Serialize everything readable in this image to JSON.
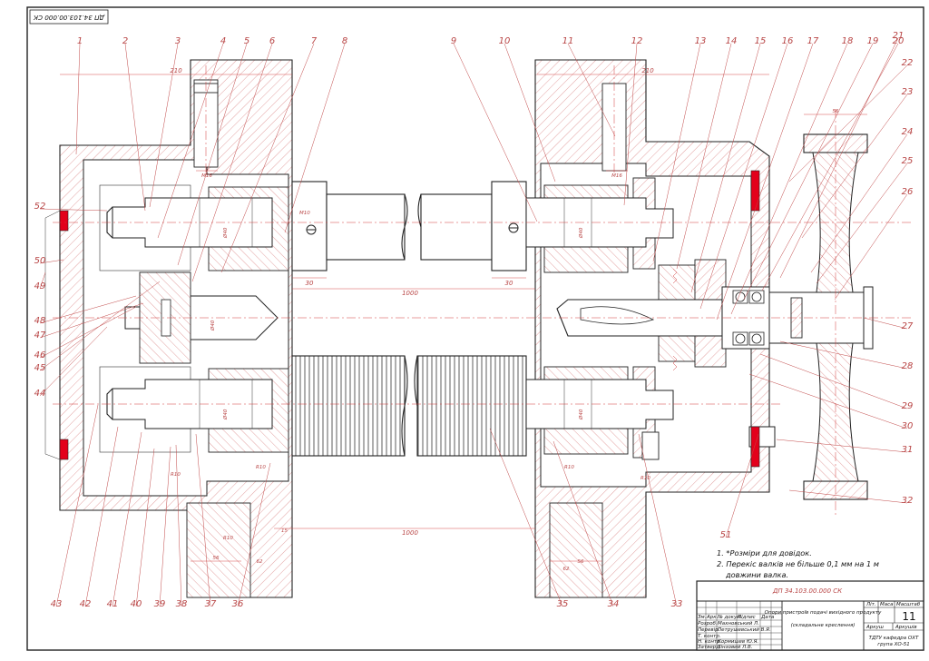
{
  "drawing": {
    "stamp_code": "ДП 34.103.00.000 СК",
    "document_code": "ДП 34.103.00.000 СК",
    "sheet_title": "Опори пристроїв подачі вихідного продукту",
    "sheet_subtitle": "(складальне креслення)",
    "sheet_number": "11",
    "org_line_1": "ТДТУ кафедра ОХТ",
    "org_line_2": "група ХО-51"
  },
  "notes": [
    "1. *Розміри для довідок.",
    "2. Перекіс валків не більше 0,1 мм на 1 м",
    "довжини валка."
  ],
  "callouts_top": [
    "1",
    "2",
    "3",
    "4",
    "5",
    "6",
    "7",
    "8",
    "9",
    "10",
    "11",
    "12",
    "13",
    "14",
    "15",
    "16",
    "17",
    "18",
    "19",
    "20",
    "21"
  ],
  "callouts_right": [
    "22",
    "23",
    "24",
    "25",
    "26",
    "27",
    "28",
    "29",
    "30",
    "31",
    "32"
  ],
  "callouts_bottom": [
    "43",
    "42",
    "41",
    "40",
    "39",
    "38",
    "37",
    "36",
    "35",
    "34",
    "33",
    "51"
  ],
  "callouts_left": [
    "52",
    "50",
    "49",
    "48",
    "47",
    "46",
    "45",
    "44"
  ],
  "dimensions": {
    "length_top": "1000",
    "length_bottom": "1000",
    "width_left": "210",
    "width_right": "210",
    "collar_left": "30",
    "collar_right": "30",
    "bolt_left": "M16",
    "bolt_right": "M16",
    "shaft_dia": "Ø40",
    "radius": "R10",
    "foot_a": "56",
    "foot_b": "62",
    "pulley_w": "56",
    "thread": "M10",
    "gap": "15"
  },
  "title_block": {
    "col_headers": [
      "Зм.",
      "Арк.",
      "№ докум.",
      "Підпис",
      "Дата"
    ],
    "roles": [
      "Розроб.",
      "Перевір.",
      "Т. контр.",
      "Н. контр.",
      "Затверд."
    ],
    "names": [
      "Mахновський Л.",
      "Петрушевський В.Я.",
      "Кормишев Ю.Я.",
      "Зінзовий Л.В."
    ],
    "lit_label": "Літ.",
    "mass_label": "Маса",
    "scale_label": "Масштаб",
    "sheet_label": "Аркуш",
    "sheets_label": "Аркушів"
  }
}
